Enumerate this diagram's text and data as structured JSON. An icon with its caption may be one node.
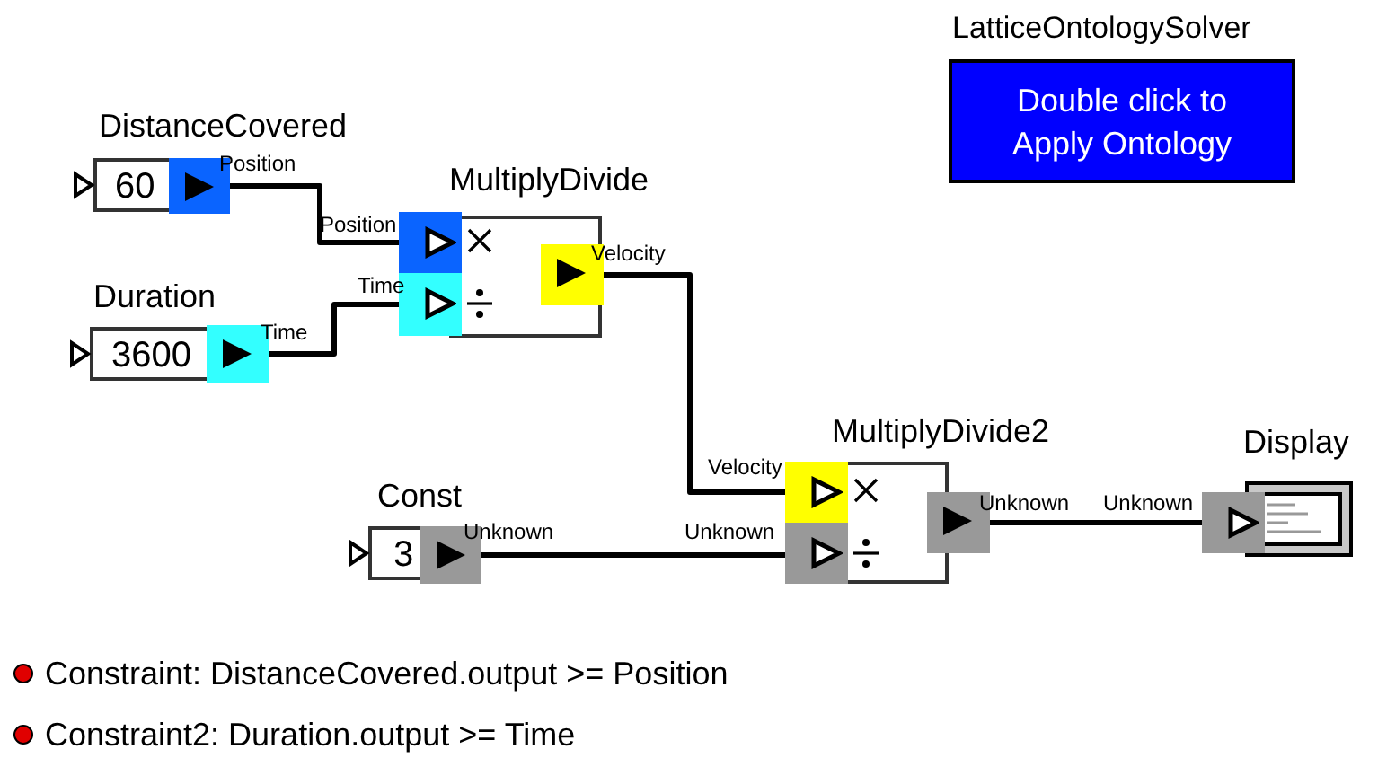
{
  "diagram": {
    "nodes": [
      {
        "text": [
          "DistanceCovered",
          "60"
        ]
      },
      {
        "text": [],
        "shape": "box",
        "beside": [
          "Position"
        ]
      },
      {
        "text": [
          "Duration",
          "3600"
        ]
      },
      {
        "text": [],
        "shape": "box",
        "beside": [
          "Time"
        ]
      },
      {
        "text": [
          "MultiplyDivide"
        ]
      },
      {
        "text": [],
        "shape": "box",
        "beside": [
          "Position"
        ]
      },
      {
        "text": [],
        "shape": "box",
        "beside": [
          "Time"
        ]
      },
      {
        "text": [],
        "shape": "box",
        "in": 4,
        "beside": [
          "Velocity"
        ]
      },
      {
        "text": [
          "Const",
          "3"
        ]
      },
      {
        "text": [],
        "shape": "box",
        "beside": [
          "Unknown"
        ]
      },
      {
        "text": [
          "MultiplyDivide2"
        ]
      },
      {
        "text": [],
        "shape": "box",
        "beside": [
          "Velocity"
        ]
      },
      {
        "text": [],
        "shape": "box",
        "beside": [
          "Unknown"
        ]
      },
      {
        "text": [],
        "shape": "box",
        "beside": [
          "Unknown"
        ]
      },
      {
        "text": [
          "Display"
        ]
      },
      {
        "text": [],
        "shape": "box",
        "beside": [
          "Unknown"
        ]
      },
      {
        "text": [
          "LatticeOntologySolver",
          "Double click to Apply Ontology"
        ]
      }
    ],
    "edges": [
      {
        "from": 1,
        "to": 5,
        "arrow": "none"
      },
      {
        "from": 3,
        "to": 6,
        "arrow": "none"
      },
      {
        "from": 7,
        "to": 11,
        "arrow": "none"
      },
      {
        "from": 9,
        "to": 12,
        "arrow": "none"
      },
      {
        "from": 13,
        "to": 15,
        "arrow": "none"
      }
    ],
    "labels": [
      "Constraint: DistanceCovered.output >= Position",
      "Constraint2: Duration.output >= Time"
    ]
  }
}
